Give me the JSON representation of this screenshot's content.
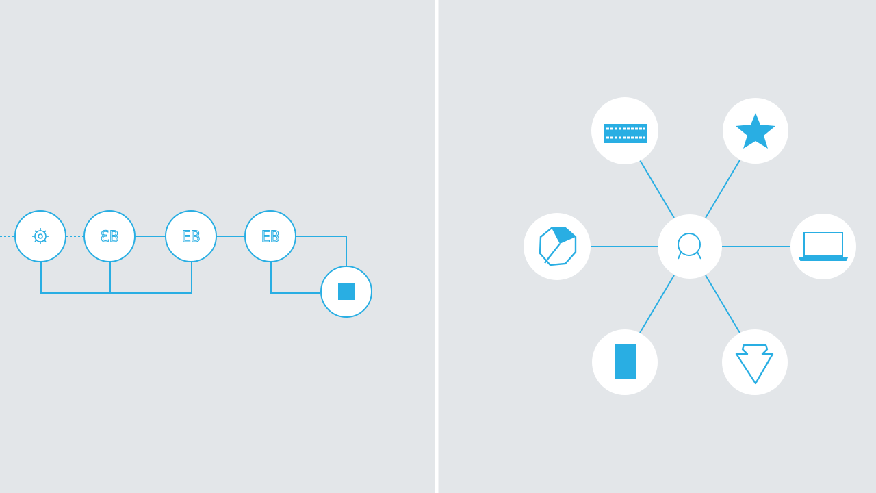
{
  "theme": {
    "background": "#e3e6e9",
    "accent": "#29aee3",
    "divider": "#ffffff",
    "node_fill": "#ffffff"
  },
  "left_flow": {
    "nodes": [
      {
        "id": "n1",
        "icon": "gear-icon",
        "glyph": ""
      },
      {
        "id": "n2",
        "icon": "grid-glyph-icon",
        "glyph": "ƐB"
      },
      {
        "id": "n3",
        "icon": "grid-glyph-icon",
        "glyph": "EB"
      },
      {
        "id": "n4",
        "icon": "grid-glyph-icon",
        "glyph": "EB"
      },
      {
        "id": "n5",
        "icon": "square-icon",
        "glyph": ""
      }
    ]
  },
  "right_hub": {
    "center_icon": "magnifier-icon",
    "spokes": [
      {
        "icon": "keyboard-icon"
      },
      {
        "icon": "star-icon"
      },
      {
        "icon": "pie-chart-icon"
      },
      {
        "icon": "laptop-icon"
      },
      {
        "icon": "tablet-icon"
      },
      {
        "icon": "download-arrow-icon"
      }
    ]
  }
}
